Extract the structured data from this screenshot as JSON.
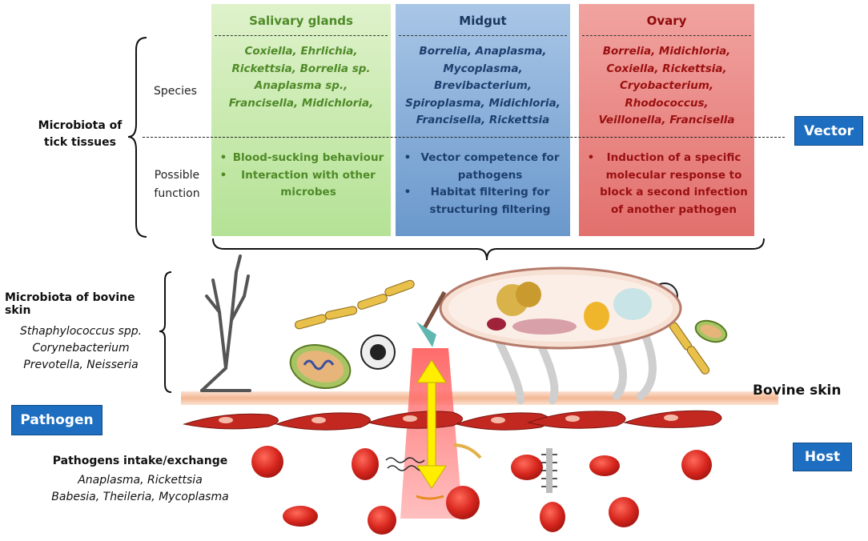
{
  "row_labels": {
    "species": "Species",
    "function_line1": "Possible",
    "function_line2": "function",
    "microbiota_line1": "Microbiota of",
    "microbiota_line2": "tick tissues"
  },
  "panels": {
    "salivary": {
      "title": "Salivary glands",
      "species": [
        "Coxiella, Ehrlichia,",
        "Rickettsia, Borrelia sp.",
        "Anaplasma sp.,",
        "Francisella, Midichloria,"
      ],
      "functions": [
        "Blood-sucking behaviour",
        "Interaction with other microbes"
      ],
      "color": "#4f8a28"
    },
    "midgut": {
      "title": "Midgut",
      "species": [
        "Borrelia, Anaplasma,",
        "Mycoplasma,",
        "Brevibacterium,",
        "Spiroplasma, Midichloria,",
        "Francisella, Rickettsia"
      ],
      "functions": [
        "Vector competence for pathogens",
        "Habitat filtering for structuring filtering"
      ],
      "color": "#1d3f6e"
    },
    "ovary": {
      "title": "Ovary",
      "species": [
        "Borrelia, Midichloria,",
        "Coxiella, Rickettsia,",
        "Cryobacterium,",
        "Rhodococcus,",
        "Veillonella, Francisella"
      ],
      "functions": [
        "Induction of a specific molecular response to block a second infection of another pathogen"
      ],
      "color": "#9a1010"
    }
  },
  "badges": {
    "vector": "Vector",
    "pathogen": "Pathogen",
    "host": "Host"
  },
  "skin": {
    "title": "Microbiota of bovine skin",
    "list": [
      "Sthaphylococcus spp.",
      "Corynebacterium",
      "Prevotella, Neisseria"
    ]
  },
  "bovine_skin": "Bovine skin",
  "pathogens_intake": {
    "title": "Pathogens intake/exchange",
    "lines": [
      "Anaplasma, Rickettsia",
      "Babesia, Theileria, Mycoplasma"
    ]
  },
  "colors": {
    "badge": "#1d6ec0",
    "skin_band": "#f6c6a8",
    "red_cell": "#d7261e",
    "arrow": "#ffee00"
  }
}
